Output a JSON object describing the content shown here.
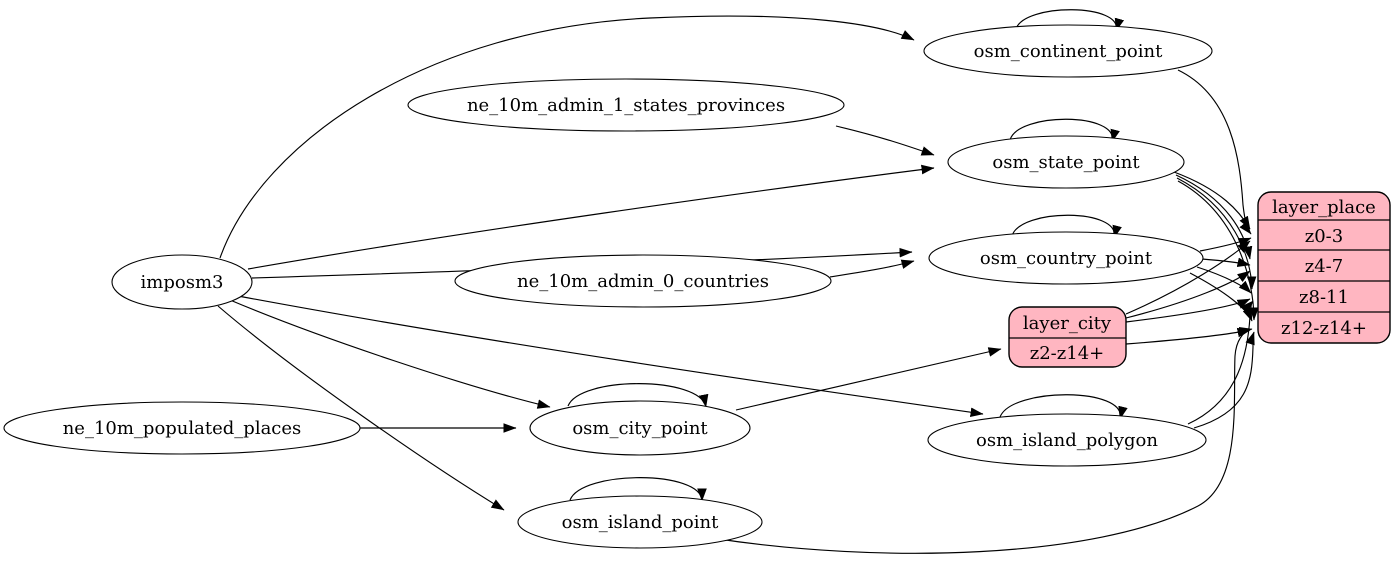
{
  "diagram": {
    "title_hint": "ETL graph: place data sources to layer tables",
    "colors": {
      "record_fill": "#ffb6c1",
      "edge_stroke": "#000000",
      "node_fill": "#ffffff",
      "background": "#ffffff"
    },
    "nodes": {
      "imposm3": "imposm3",
      "ne_10m_admin_1_states_provinces": "ne_10m_admin_1_states_provinces",
      "ne_10m_admin_0_countries": "ne_10m_admin_0_countries",
      "ne_10m_populated_places": "ne_10m_populated_places",
      "osm_continent_point": "osm_continent_point",
      "osm_state_point": "osm_state_point",
      "osm_country_point": "osm_country_point",
      "osm_city_point": "osm_city_point",
      "osm_island_polygon": "osm_island_polygon",
      "osm_island_point": "osm_island_point"
    },
    "layers": {
      "place": {
        "title": "layer_place",
        "rows": [
          "z0-3",
          "z4-7",
          "z8-11",
          "z12-z14+"
        ]
      },
      "city": {
        "title": "layer_city",
        "rows": [
          "z2-z14+"
        ]
      }
    }
  }
}
